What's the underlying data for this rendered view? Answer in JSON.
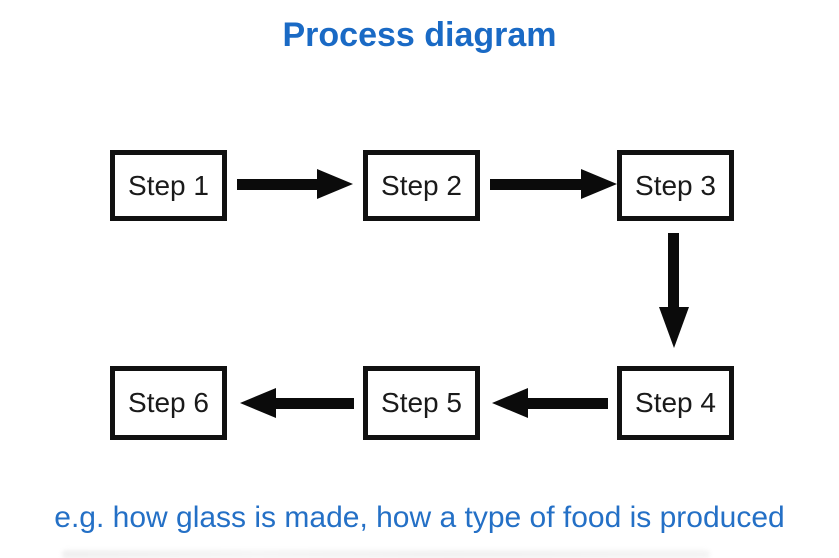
{
  "title": "Process diagram",
  "caption": "e.g. how glass is made, how a type of food is produced",
  "colors": {
    "title_blue": "#1a6ac5",
    "caption_blue": "#2470c6",
    "diagram_black": "#0b0b0b"
  },
  "diagram": {
    "type": "flowchart",
    "steps": [
      {
        "label": "Step 1"
      },
      {
        "label": "Step 2"
      },
      {
        "label": "Step 3"
      },
      {
        "label": "Step 4"
      },
      {
        "label": "Step 5"
      },
      {
        "label": "Step 6"
      }
    ],
    "connections": [
      {
        "from": "Step 1",
        "to": "Step 2",
        "direction": "right"
      },
      {
        "from": "Step 2",
        "to": "Step 3",
        "direction": "right"
      },
      {
        "from": "Step 3",
        "to": "Step 4",
        "direction": "down"
      },
      {
        "from": "Step 4",
        "to": "Step 5",
        "direction": "left"
      },
      {
        "from": "Step 5",
        "to": "Step 6",
        "direction": "left"
      }
    ]
  }
}
